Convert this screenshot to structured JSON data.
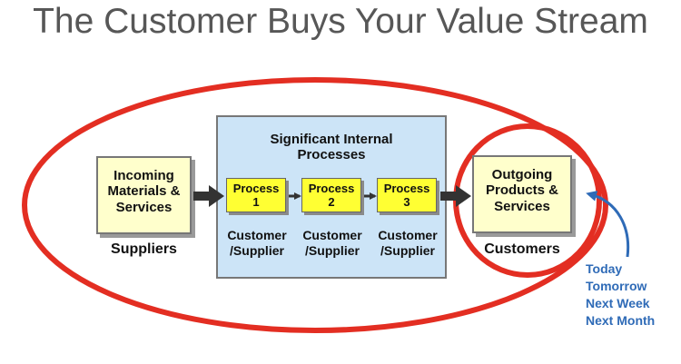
{
  "title": "The Customer Buys Your Value Stream",
  "incoming": {
    "line1": "Incoming",
    "line2": "Materials &",
    "line3": "Services"
  },
  "suppliers_label": "Suppliers",
  "internal": {
    "line1": "Significant Internal",
    "line2": "Processes"
  },
  "processes": [
    {
      "name": "Process",
      "num": "1",
      "role1": "Customer",
      "role2": "/Supplier"
    },
    {
      "name": "Process",
      "num": "2",
      "role1": "Customer",
      "role2": "/Supplier"
    },
    {
      "name": "Process",
      "num": "3",
      "role1": "Customer",
      "role2": "/Supplier"
    }
  ],
  "outgoing": {
    "line1": "Outgoing",
    "line2": "Products &",
    "line3": "Services"
  },
  "customers_label": "Customers",
  "timeline": [
    "Today",
    "Tomorrow",
    "Next Week",
    "Next Month"
  ],
  "colors": {
    "oval": "#e32e22",
    "box_fill": "#ffffcc",
    "internal_fill": "#cce4f7",
    "process_fill": "#ffff33",
    "timeline_text": "#2f6bb7"
  }
}
